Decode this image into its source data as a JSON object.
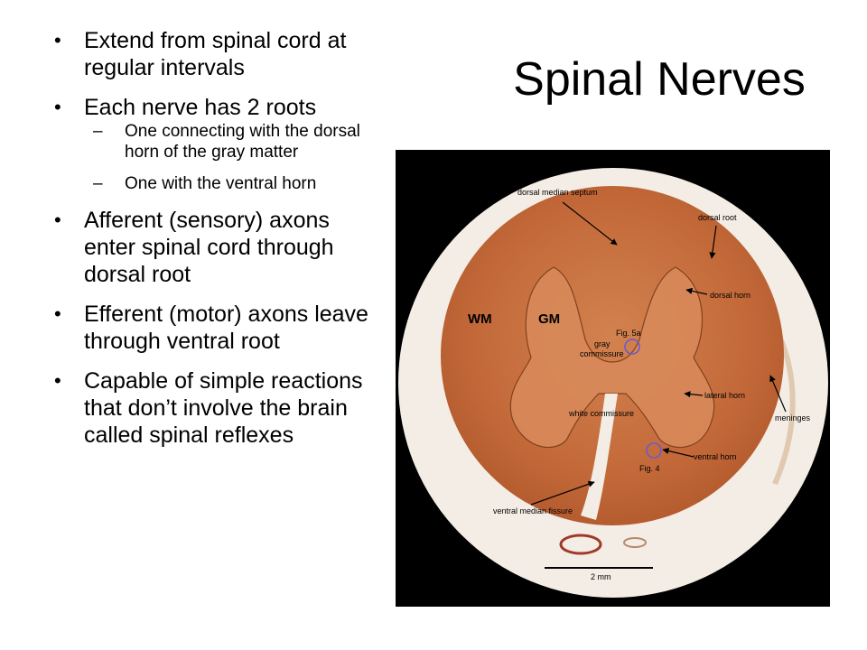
{
  "slide": {
    "title": "Spinal Nerves",
    "bullets": [
      {
        "text": "Extend from spinal cord at regular intervals",
        "sub": []
      },
      {
        "text": "Each nerve has 2 roots",
        "sub": [
          "One connecting with the dorsal horn of the gray matter",
          "One with the ventral horn"
        ]
      },
      {
        "text": "Afferent (sensory) axons enter spinal cord through dorsal root",
        "sub": []
      },
      {
        "text": "Efferent (motor) axons leave through ventral root",
        "sub": []
      },
      {
        "text": "Capable of simple reactions that don’t involve the brain called spinal reflexes",
        "sub": []
      }
    ],
    "bullet_glyph": "•",
    "dash_glyph": "–"
  },
  "figure": {
    "labels": {
      "dorsal_median_septum": "dorsal median septum",
      "dorsal_root": "dorsal root",
      "dorsal_horn": "dorsal horn",
      "wm": "WM",
      "gm": "GM",
      "fig5a": "Fig. 5a",
      "gray_commissure_1": "gray",
      "gray_commissure_2": "commissure",
      "lateral_horn": "lateral horn",
      "white_commissure": "white commissure",
      "meninges": "meninges",
      "ventral_horn": "ventral horn",
      "fig4": "Fig. 4",
      "ventral_median_fissure": "ventral median fissure",
      "scale": "2 mm"
    },
    "colors": {
      "background": "#000000",
      "disc": "#f2ece4",
      "white_matter": "#c8703f",
      "gray_matter": "#d98a5a",
      "marker": "#6a5acd"
    }
  }
}
